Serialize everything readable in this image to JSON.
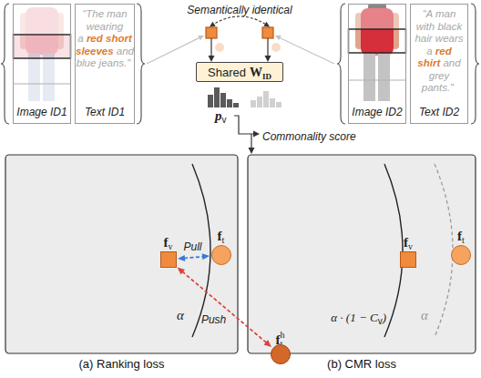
{
  "diagram": {
    "nodes": [
      {
        "text": [
          "Image ID1"
        ]
      },
      {
        "text": [
          "“The man wearing a",
          "red short sleeves",
          "and blue jeans.”",
          "Text ID1"
        ]
      },
      {
        "text": [
          "Shared",
          "W",
          "ID"
        ]
      },
      {
        "text": [
          "Image ID2"
        ]
      },
      {
        "text": [
          "“A man with black hair wears a",
          "red shirt",
          "and grey pants.”",
          "Text ID2"
        ]
      },
      {
        "text": [
          "(a) Ranking loss"
        ]
      },
      {
        "text": [
          "f",
          "v"
        ],
        "in": 5
      },
      {
        "text": [
          "f",
          "t"
        ],
        "in": 5
      },
      {
        "text": [
          "f",
          "t",
          "h"
        ],
        "in": 5
      },
      {
        "text": [
          "(b) CMR loss"
        ]
      },
      {
        "text": [
          "f",
          "v"
        ],
        "in": 9
      },
      {
        "text": [
          "f",
          "t"
        ],
        "in": 9
      },
      {
        "text": [
          "f",
          "t",
          "h"
        ],
        "in": 9
      }
    ],
    "edges": [
      {
        "from": 6,
        "to": 7,
        "arrow": "both",
        "label": "Pull"
      },
      {
        "from": 6,
        "to": 8,
        "arrow": "both",
        "label": "Push"
      }
    ],
    "labels": [
      "Semantically identical",
      "p",
      "v",
      "Commonality score",
      "α",
      "α · (1 − C",
      "v",
      ")",
      "α"
    ]
  }
}
